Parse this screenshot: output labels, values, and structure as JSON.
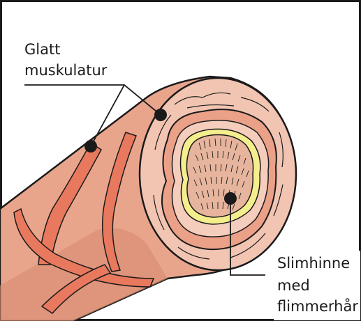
{
  "labels": {
    "smooth_muscle_line1": "Glatt",
    "smooth_muscle_line2": "muskulatur",
    "mucosa_line1": "Slimhinne",
    "mucosa_line2": "med",
    "mucosa_line3": "flimmerhår"
  },
  "colors": {
    "tube_outer": "#e9a58c",
    "tube_shadow": "#d98a70",
    "muscle_band": "#e8795e",
    "outer_ring": "#f2c4b2",
    "middle_ring": "#eba088",
    "inner_ring": "#f5cdbd",
    "mucosa_yellow": "#f4ee8c",
    "lumen": "#e7b59d",
    "outline": "#1a1a1a"
  }
}
